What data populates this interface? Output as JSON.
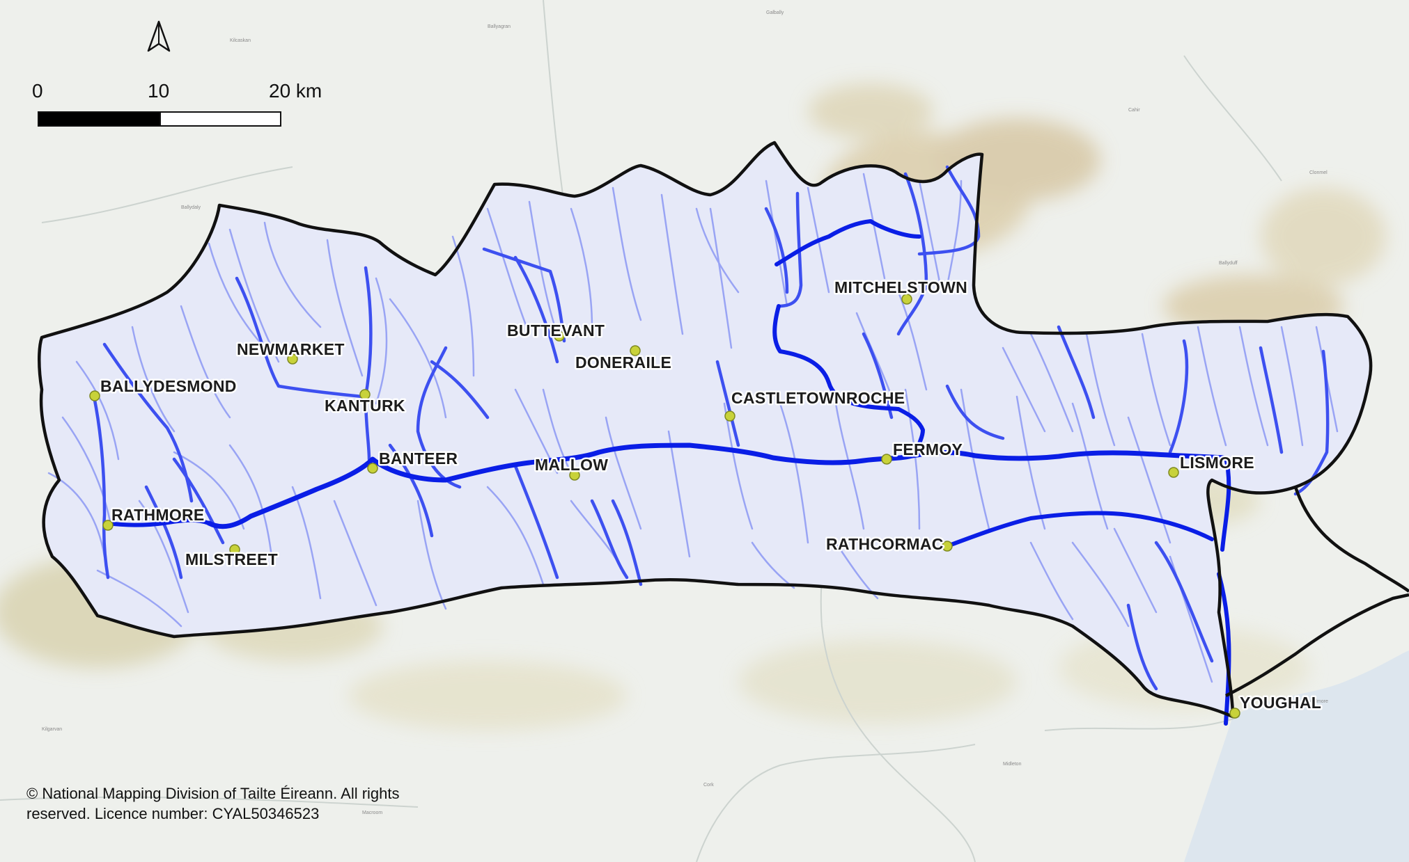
{
  "north_arrow": {
    "icon": "north-arrow-icon"
  },
  "scale_bar": {
    "labels": [
      "0",
      "10",
      "20 km"
    ],
    "colors": {
      "dark": "#000000",
      "light": "#ffffff"
    }
  },
  "towns": [
    {
      "id": "mitchelstown",
      "name": "MITCHELSTOWN"
    },
    {
      "id": "buttevant",
      "name": "BUTTEVANT"
    },
    {
      "id": "doneraile",
      "name": "DONERAILE"
    },
    {
      "id": "newmarket",
      "name": "NEWMARKET"
    },
    {
      "id": "ballydesmond",
      "name": "BALLYDESMOND"
    },
    {
      "id": "kanturk",
      "name": "KANTURK"
    },
    {
      "id": "castletownroche",
      "name": "CASTLETOWNROCHE"
    },
    {
      "id": "fermoy",
      "name": "FERMOY"
    },
    {
      "id": "banteer",
      "name": "BANTEER"
    },
    {
      "id": "mallow",
      "name": "MALLOW"
    },
    {
      "id": "lismore",
      "name": "LISMORE"
    },
    {
      "id": "rathmore",
      "name": "RATHMORE"
    },
    {
      "id": "milstreet",
      "name": "MILSTREET"
    },
    {
      "id": "rathcormac",
      "name": "RATHCORMAC"
    },
    {
      "id": "youghal",
      "name": "YOUGHAL"
    }
  ],
  "credit": {
    "line1": "© National Mapping Division of Tailte Éireann. All rights",
    "line2": "reserved. Licence number: CYAL50346523"
  },
  "colors": {
    "catchment_boundary": "#111111",
    "main_river": "#0a1ee6",
    "tributary": "#3d50f0",
    "minor_stream": "#8c98f4",
    "town_marker": "#c8d23a",
    "background": "#eef0ec",
    "catchment_fill": "#e6e9f8",
    "sea": "#dde6ee"
  }
}
